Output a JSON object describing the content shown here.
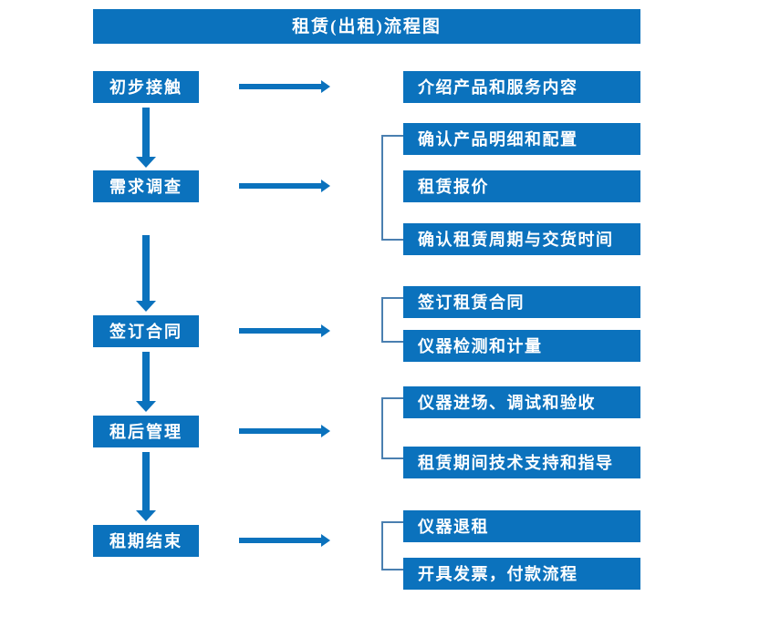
{
  "diagram": {
    "title": "租赁(出租)流程图",
    "accent_color": "#0B72BD",
    "bracket_color": "#4A7FB0",
    "text_color": "#FFFFFF",
    "background_color": "#FFFFFF"
  },
  "stages": [
    {
      "id": "stage-1",
      "label": "初步接触"
    },
    {
      "id": "stage-2",
      "label": "需求调查"
    },
    {
      "id": "stage-3",
      "label": "签订合同"
    },
    {
      "id": "stage-4",
      "label": "租后管理"
    },
    {
      "id": "stage-5",
      "label": "租期结束"
    }
  ],
  "details": [
    {
      "id": "detail-1",
      "label": "介绍产品和服务内容"
    },
    {
      "id": "detail-2",
      "label": "确认产品明细和配置"
    },
    {
      "id": "detail-3",
      "label": "租赁报价"
    },
    {
      "id": "detail-4",
      "label": "确认租赁周期与交货时间"
    },
    {
      "id": "detail-5",
      "label": "签订租赁合同"
    },
    {
      "id": "detail-6",
      "label": "仪器检测和计量"
    },
    {
      "id": "detail-7",
      "label": "仪器进场、调试和验收"
    },
    {
      "id": "detail-8",
      "label": "租赁期间技术支持和指导"
    },
    {
      "id": "detail-9",
      "label": "仪器退租"
    },
    {
      "id": "detail-10",
      "label": "开具发票，付款流程"
    }
  ],
  "flow": {
    "stage_to_detail_arrows": 5,
    "stage_to_stage_arrows": 4,
    "brackets": 4
  }
}
